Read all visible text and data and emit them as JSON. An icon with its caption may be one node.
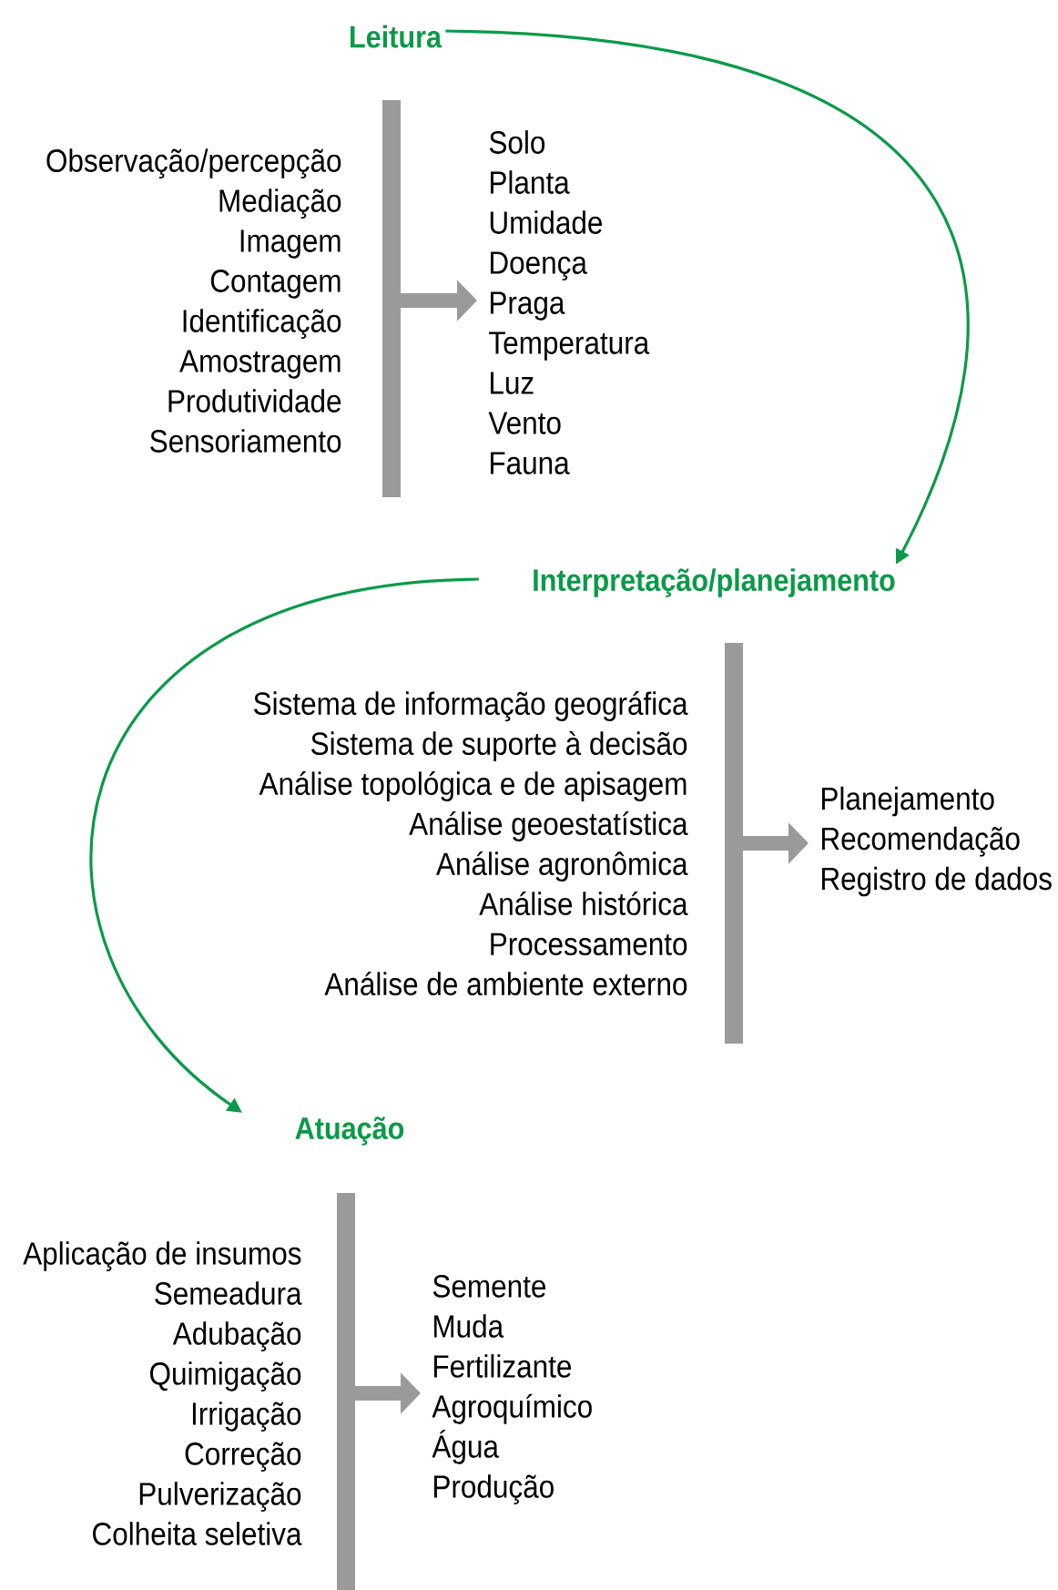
{
  "diagram": {
    "nodes": [
      {
        "text": [
          "Leitura"
        ]
      },
      {
        "text": [
          "Observação/percepção",
          "Mediação",
          "Imagem",
          "Contagem",
          "Identificação",
          "Amostragem",
          "Produtividade",
          "Sensoriamento"
        ]
      },
      {
        "text": [
          "Solo",
          "Planta",
          "Umidade",
          "Doença",
          "Praga",
          "Temperatura",
          "Luz",
          "Vento",
          "Fauna"
        ]
      },
      {
        "text": [
          "Interpretação/planejamento"
        ]
      },
      {
        "text": [
          "Sistema de informação geográfica",
          "Sistema de suporte à decisão",
          "Análise topológica e de apisagem",
          "Análise geoestatística",
          "Análise agronômica",
          "Análise histórica",
          "Processamento",
          "Análise de ambiente externo"
        ]
      },
      {
        "text": [
          "Planejamento",
          "Recomendação",
          "Registro de dados"
        ]
      },
      {
        "text": [
          "Atuação"
        ]
      },
      {
        "text": [
          "Aplicação de insumos",
          "Semeadura",
          "Adubação",
          "Quimigação",
          "Irrigação",
          "Correção",
          "Pulverização",
          "Colheita seletiva"
        ]
      },
      {
        "text": [
          "Semente",
          "Muda",
          "Fertilizante",
          "Agroquímico",
          "Água",
          "Produção"
        ]
      }
    ],
    "edges": [
      {
        "from": 0,
        "to": 3,
        "arrow": "to",
        "color": "#0a9a48"
      },
      {
        "from": 3,
        "to": 6,
        "arrow": "to",
        "color": "#0a9a48"
      },
      {
        "from": 1,
        "to": 2,
        "arrow": "to",
        "color": "#9a9a9a"
      },
      {
        "from": 4,
        "to": 5,
        "arrow": "to",
        "color": "#9a9a9a"
      },
      {
        "from": 7,
        "to": 8,
        "arrow": "to",
        "color": "#9a9a9a"
      }
    ]
  }
}
